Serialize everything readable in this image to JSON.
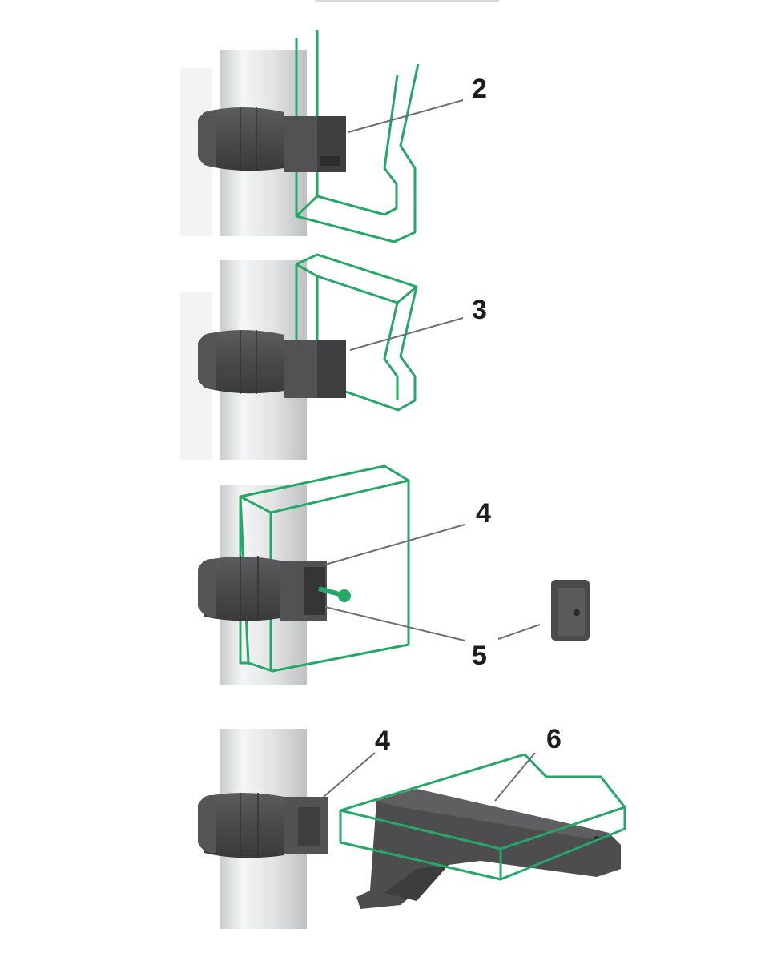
{
  "callouts": {
    "step1": "2",
    "step2": "3",
    "step3_clamp": "4",
    "step3_screw": "5",
    "step4_clamp": "4",
    "step4_bracket": "6"
  },
  "colors": {
    "outline_green": "#25a865",
    "clamp_dark": "#4b4b4d",
    "pole_light": "#eceded",
    "leader_grey": "#6e6e6e"
  }
}
